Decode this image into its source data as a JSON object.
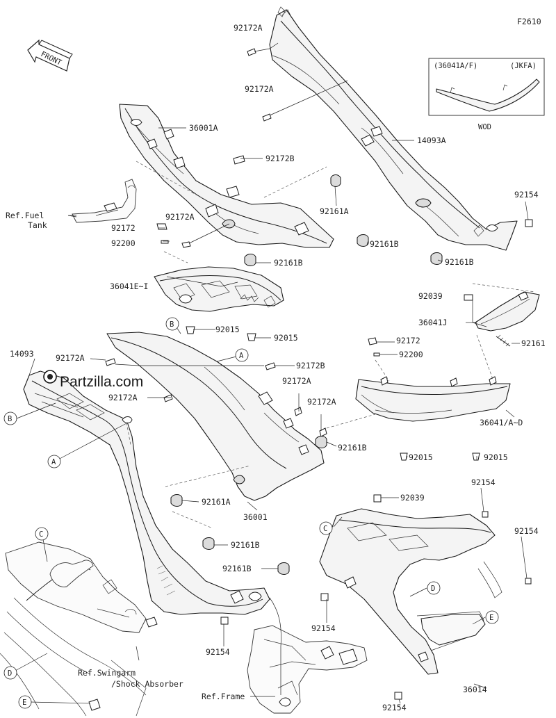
{
  "diagram": {
    "code": "F2610",
    "front_label": "FRONT",
    "watermark": "Partzilla.com",
    "inset": {
      "left_label": "(36041A/F)",
      "right_label": "(JKFA)",
      "caption": "WOD"
    },
    "parts": {
      "p92172A_1": "92172A",
      "p92172A_2": "92172A",
      "p36001A": "36001A",
      "p14093A": "14093A",
      "p92172B_1": "92172B",
      "p92161A_1": "92161A",
      "p92154_1": "92154",
      "p92172A_3": "92172A",
      "p92172": "92172",
      "p92200": "92200",
      "p92161B_1": "92161B",
      "p92161B_2": "92161B",
      "p92161B_3": "92161B",
      "p36041E": "36041E~I",
      "p92015_1": "92015",
      "p92015_2": "92015",
      "p92039_1": "92039",
      "p36041J": "36041J",
      "p92161": "92161",
      "p92172_2": "92172",
      "p92200_2": "92200",
      "p14093": "14093",
      "p92172A_4": "92172A",
      "p92172B_2": "92172B",
      "p92172A_5": "92172A",
      "p92172A_6": "92172A",
      "p92172A_7": "92172A",
      "p36041AD": "36041/A~D",
      "p92161B_4": "92161B",
      "p92015_3": "92015",
      "p92015_4": "92015",
      "p92161A_2": "92161A",
      "p36001": "36001",
      "p92154_2": "92154",
      "p92039_2": "92039",
      "p92154_3": "92154",
      "p92161B_5": "92161B",
      "p92161B_6": "92161B",
      "p92154_4": "92154",
      "p92154_5": "92154",
      "p92154_6": "92154",
      "p36014": "36014"
    },
    "references": {
      "fuel_tank_1": "Ref.Fuel",
      "fuel_tank_2": "Tank",
      "swingarm_1": "Ref.Swingarm",
      "swingarm_2": "/Shock Absorber",
      "frame": "Ref.Frame"
    },
    "callouts": {
      "a": "A",
      "b": "B",
      "c": "C",
      "d": "D",
      "e": "E"
    }
  }
}
